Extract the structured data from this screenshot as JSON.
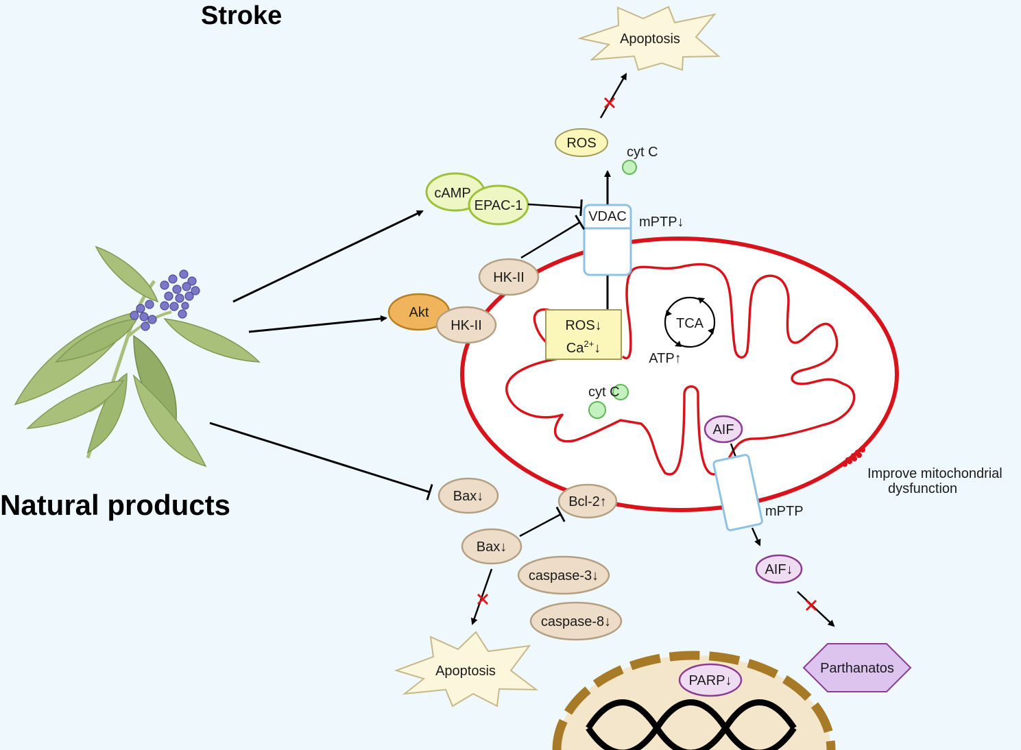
{
  "titles": {
    "stroke": "Stroke",
    "natural_products": "Natural products"
  },
  "labels": {
    "apoptosis_top": "Apoptosis",
    "ros_top": "ROS",
    "cyt_c_top": "cyt C",
    "camp": "cAMP",
    "epac1": "EPAC-1",
    "vdac": "VDAC",
    "mptp_down": "mPTP↓",
    "hk2_top": "HK-II",
    "akt": "Akt",
    "hk2_akt": "HK-II",
    "ros_down": "ROS↓",
    "ca_base": "Ca",
    "ca_sup": "2+",
    "ca_arrow": "↓",
    "tca": "TCA",
    "atp_up": "ATP↑",
    "cyt_c_inner": "cyt C",
    "aif_inner": "AIF",
    "improve_line1": "Improve mitochondrial",
    "improve_line2": "dysfunction",
    "bax_down_1": "Bax↓",
    "bcl2_up": "Bcl-2↑",
    "mptp": "mPTP",
    "bax_down_2": "Bax↓",
    "caspase3": "caspase-3↓",
    "caspase8": "caspase-8↓",
    "aif_down": "AIF↓",
    "apoptosis_bottom": "Apoptosis",
    "parthanatos": "Parthanatos",
    "parp_down": "PARP↓"
  },
  "colors": {
    "background": "#eff8fc",
    "mito_membrane": "#d7141b",
    "beige_node": "#eddcc7",
    "beige_stroke": "#b39f82",
    "green_node": "#eef6c4",
    "green_stroke": "#9cc138",
    "akt_fill": "#efb45c",
    "akt_stroke": "#b87d22",
    "yellow_box": "#fbf7bb",
    "pore_stroke": "#8ec2e3",
    "purple_fill": "#f0dcf2",
    "purple_stroke": "#8a3b92",
    "parthanatos_fill": "#dcc4ef",
    "starburst_fill": "#fbf6dc",
    "starburst_stroke": "#c8b888",
    "cyt_fill": "#c5f0c0",
    "cyt_stroke": "#5bb852",
    "leaf": "#a9c07a",
    "berry": "#7b79c7",
    "nucleus_fill": "#f4e6cb",
    "nucleus_border": "#a67a26",
    "inhibit_x": "#e0141b"
  },
  "icons": [
    "plant-illustration",
    "mitochondrion",
    "nucleus",
    "dna-helix",
    "tca-cycle-icon"
  ]
}
